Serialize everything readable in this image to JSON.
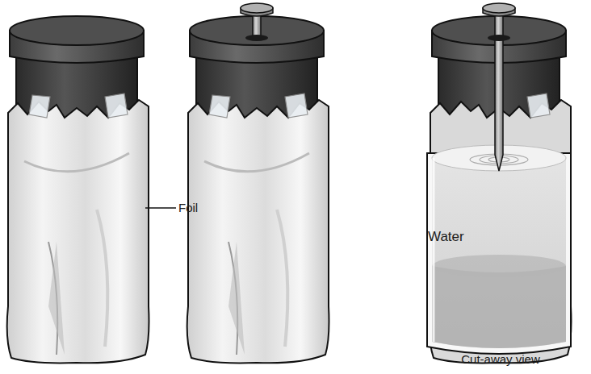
{
  "diagram": {
    "labels": [
      "Foil",
      "Water",
      "Cut-away view"
    ]
  }
}
